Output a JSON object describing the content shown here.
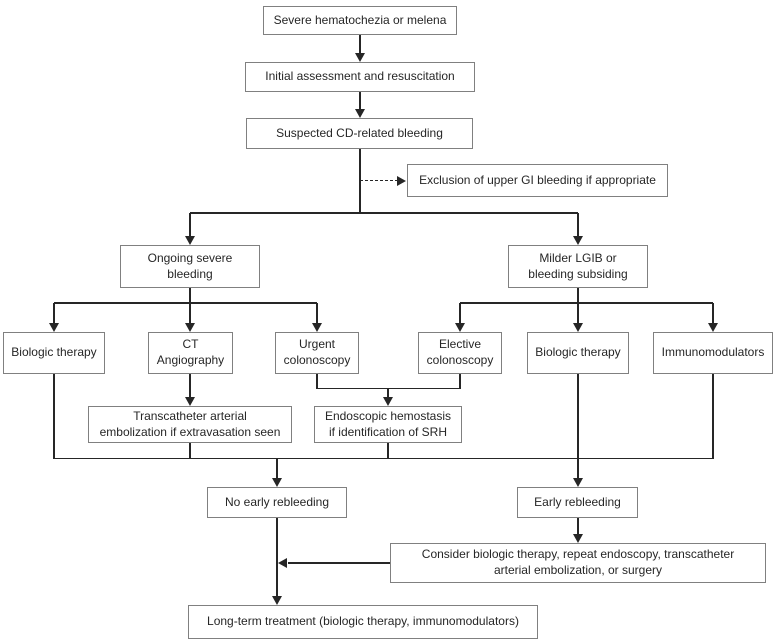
{
  "colors": {
    "background": "#ffffff",
    "line": "#262626",
    "box_border": "#808080",
    "text": "#262626"
  },
  "nodes": {
    "severe": "Severe hematochezia or melena",
    "initial": "Initial assessment and resuscitation",
    "suspected": "Suspected CD-related bleeding",
    "exclusion": "Exclusion of upper GI bleeding if appropriate",
    "ongoing": "Ongoing severe\nbleeding",
    "milder": "Milder LGIB or\nbleeding subsiding",
    "biologic_left": "Biologic therapy",
    "ct_angiography": "CT\nAngiography",
    "urgent_colonoscopy": "Urgent\ncolonoscopy",
    "elective_colonoscopy": "Elective\ncolonoscopy",
    "biologic_right": "Biologic therapy",
    "immunomodulators": "Immunomodulators",
    "tae": "Transcatheter arterial\nembolization if extravasation seen",
    "endoscopic_hemostasis": "Endoscopic hemostasis\nif identification of SRH",
    "no_early_rebleeding": "No early rebleeding",
    "early_rebleeding": "Early rebleeding",
    "consider": "Consider biologic therapy, repeat endoscopy, transcatheter\narterial embolization, or surgery",
    "long_term": "Long-term treatment (biologic therapy, immunomodulators)"
  },
  "edges": [
    {
      "from": "severe",
      "to": "initial",
      "style": "solid"
    },
    {
      "from": "initial",
      "to": "suspected",
      "style": "solid"
    },
    {
      "from": "suspected",
      "to": "exclusion",
      "style": "dashed"
    },
    {
      "from": "suspected",
      "to": "ongoing",
      "style": "solid"
    },
    {
      "from": "suspected",
      "to": "milder",
      "style": "solid"
    },
    {
      "from": "ongoing",
      "to": "biologic_left",
      "style": "solid"
    },
    {
      "from": "ongoing",
      "to": "ct_angiography",
      "style": "solid"
    },
    {
      "from": "ongoing",
      "to": "urgent_colonoscopy",
      "style": "solid"
    },
    {
      "from": "milder",
      "to": "elective_colonoscopy",
      "style": "solid"
    },
    {
      "from": "milder",
      "to": "biologic_right",
      "style": "solid"
    },
    {
      "from": "milder",
      "to": "immunomodulators",
      "style": "solid"
    },
    {
      "from": "ct_angiography",
      "to": "tae",
      "style": "solid"
    },
    {
      "from": "urgent_colonoscopy",
      "to": "endoscopic_hemostasis",
      "style": "solid"
    },
    {
      "from": "elective_colonoscopy",
      "to": "endoscopic_hemostasis",
      "style": "solid"
    },
    {
      "from": "early_rebleeding",
      "to": "consider",
      "style": "solid"
    },
    {
      "from": "consider",
      "to": "long_term",
      "style": "solid"
    },
    {
      "from": "no_early_rebleeding",
      "to": "long_term",
      "style": "solid"
    }
  ],
  "merge_bus": {
    "sources": [
      "biologic_left",
      "tae",
      "endoscopic_hemostasis",
      "biologic_right",
      "immunomodulators"
    ],
    "targets": [
      "no_early_rebleeding",
      "early_rebleeding"
    ]
  }
}
